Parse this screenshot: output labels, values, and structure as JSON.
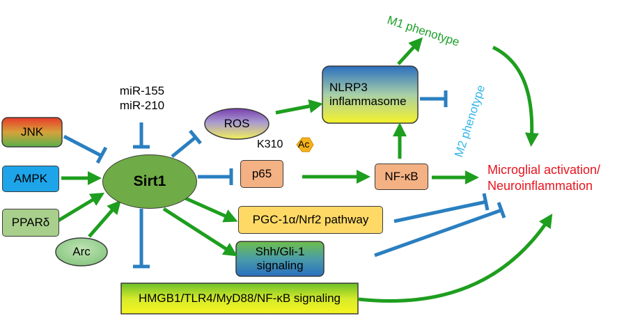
{
  "nodes": {
    "jnk": "JNK",
    "ampk": "AMPK",
    "ppard": "PPARδ",
    "arc": "Arc",
    "sirt1": "Sirt1",
    "mir155": "miR-155",
    "mir210": "miR-210",
    "ros": "ROS",
    "nlrp3_line1": "NLRP3",
    "nlrp3_line2": "inflammasome",
    "p65": "p65",
    "k310": "K310",
    "ac": "Ac",
    "nfkb": "NF-κB",
    "pgc": "PGC-1α/Nrf2 pathway",
    "shh_line1": "Shh/Gli-1",
    "shh_line2": "signaling",
    "hmgb1": "HMGB1/TLR4/MyD88/NF-κB signaling",
    "m1": "M1 phenotype",
    "m2": "M2 phenotype",
    "micro_line1": "Microglial activation/",
    "micro_line2": "Neuroinflammation"
  },
  "colors": {
    "activate": "#1e9e1e",
    "inhibit": "#2a7fc0",
    "m1_text": "#1ea02a",
    "m2_text": "#33b5e8",
    "micro_text": "#e8141e",
    "sirt1_fill": "#6fab46",
    "ampk_fill": "#1ea4e8",
    "ppard_fill": "#a9cf8c",
    "node_fill": "#f4b183",
    "pgc_fill": "#ffd966",
    "ac_fill": "#f5b21a"
  }
}
